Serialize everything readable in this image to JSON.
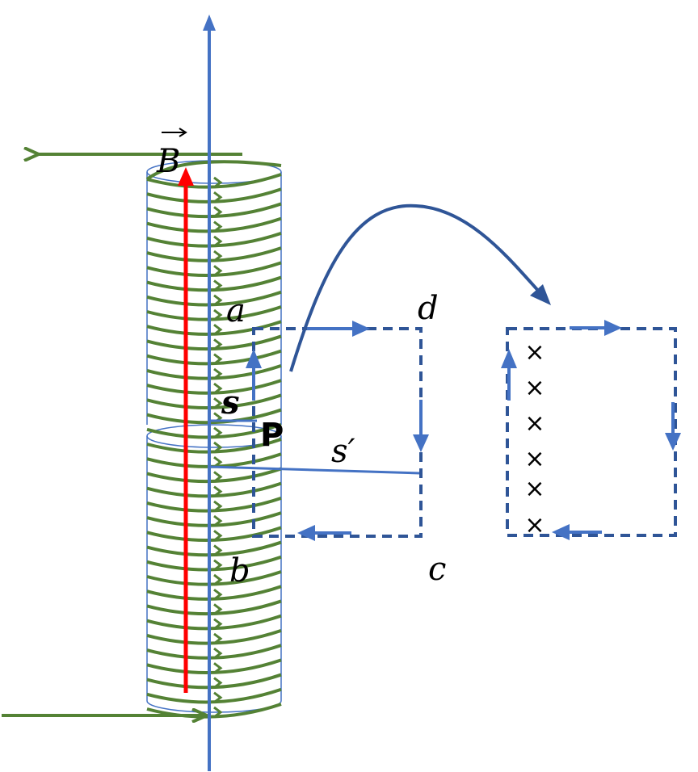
{
  "labels": {
    "field": "B",
    "point": "P",
    "a": "a",
    "b": "b",
    "c": "c",
    "d": "d",
    "s": "s",
    "s_prime": "s′"
  },
  "cross_mark": "×",
  "colors": {
    "coil": "#548235",
    "axis": "#4472c4",
    "field_arrow": "#ff0000",
    "loop": "#2f5597",
    "text": "#000000"
  }
}
